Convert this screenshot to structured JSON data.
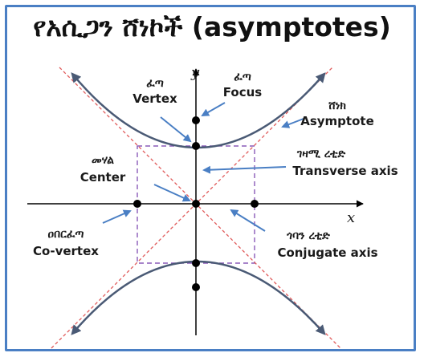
{
  "title": "የአሲጋን ሸነኮች (asymptotes)",
  "axes": {
    "x_label": "x",
    "y_label": "y"
  },
  "labels": {
    "vertex_am": "ፈጣ",
    "vertex_en": "Vertex",
    "focus_am": "ፈጣ",
    "focus_en": "Focus",
    "asymptote_am": "ሸነክ",
    "asymptote_en": "Asymptote",
    "center_am": "መሃል",
    "center_en": "Center",
    "transverse_am": "ገዛሚ ረቲድ",
    "transverse_en": "Transverse axis",
    "covertex_am": "ዐበርፈጣ",
    "covertex_en": "Co-vertex",
    "conjugate_am": "ጎባን ረቲድ",
    "conjugate_en": "Conjugate axis"
  },
  "colors": {
    "curve": "#4a5a75",
    "asymptote": "#e05a5a",
    "box": "#8a5ab8",
    "arrow": "#4a7fc4",
    "border": "#4a7fc4"
  }
}
